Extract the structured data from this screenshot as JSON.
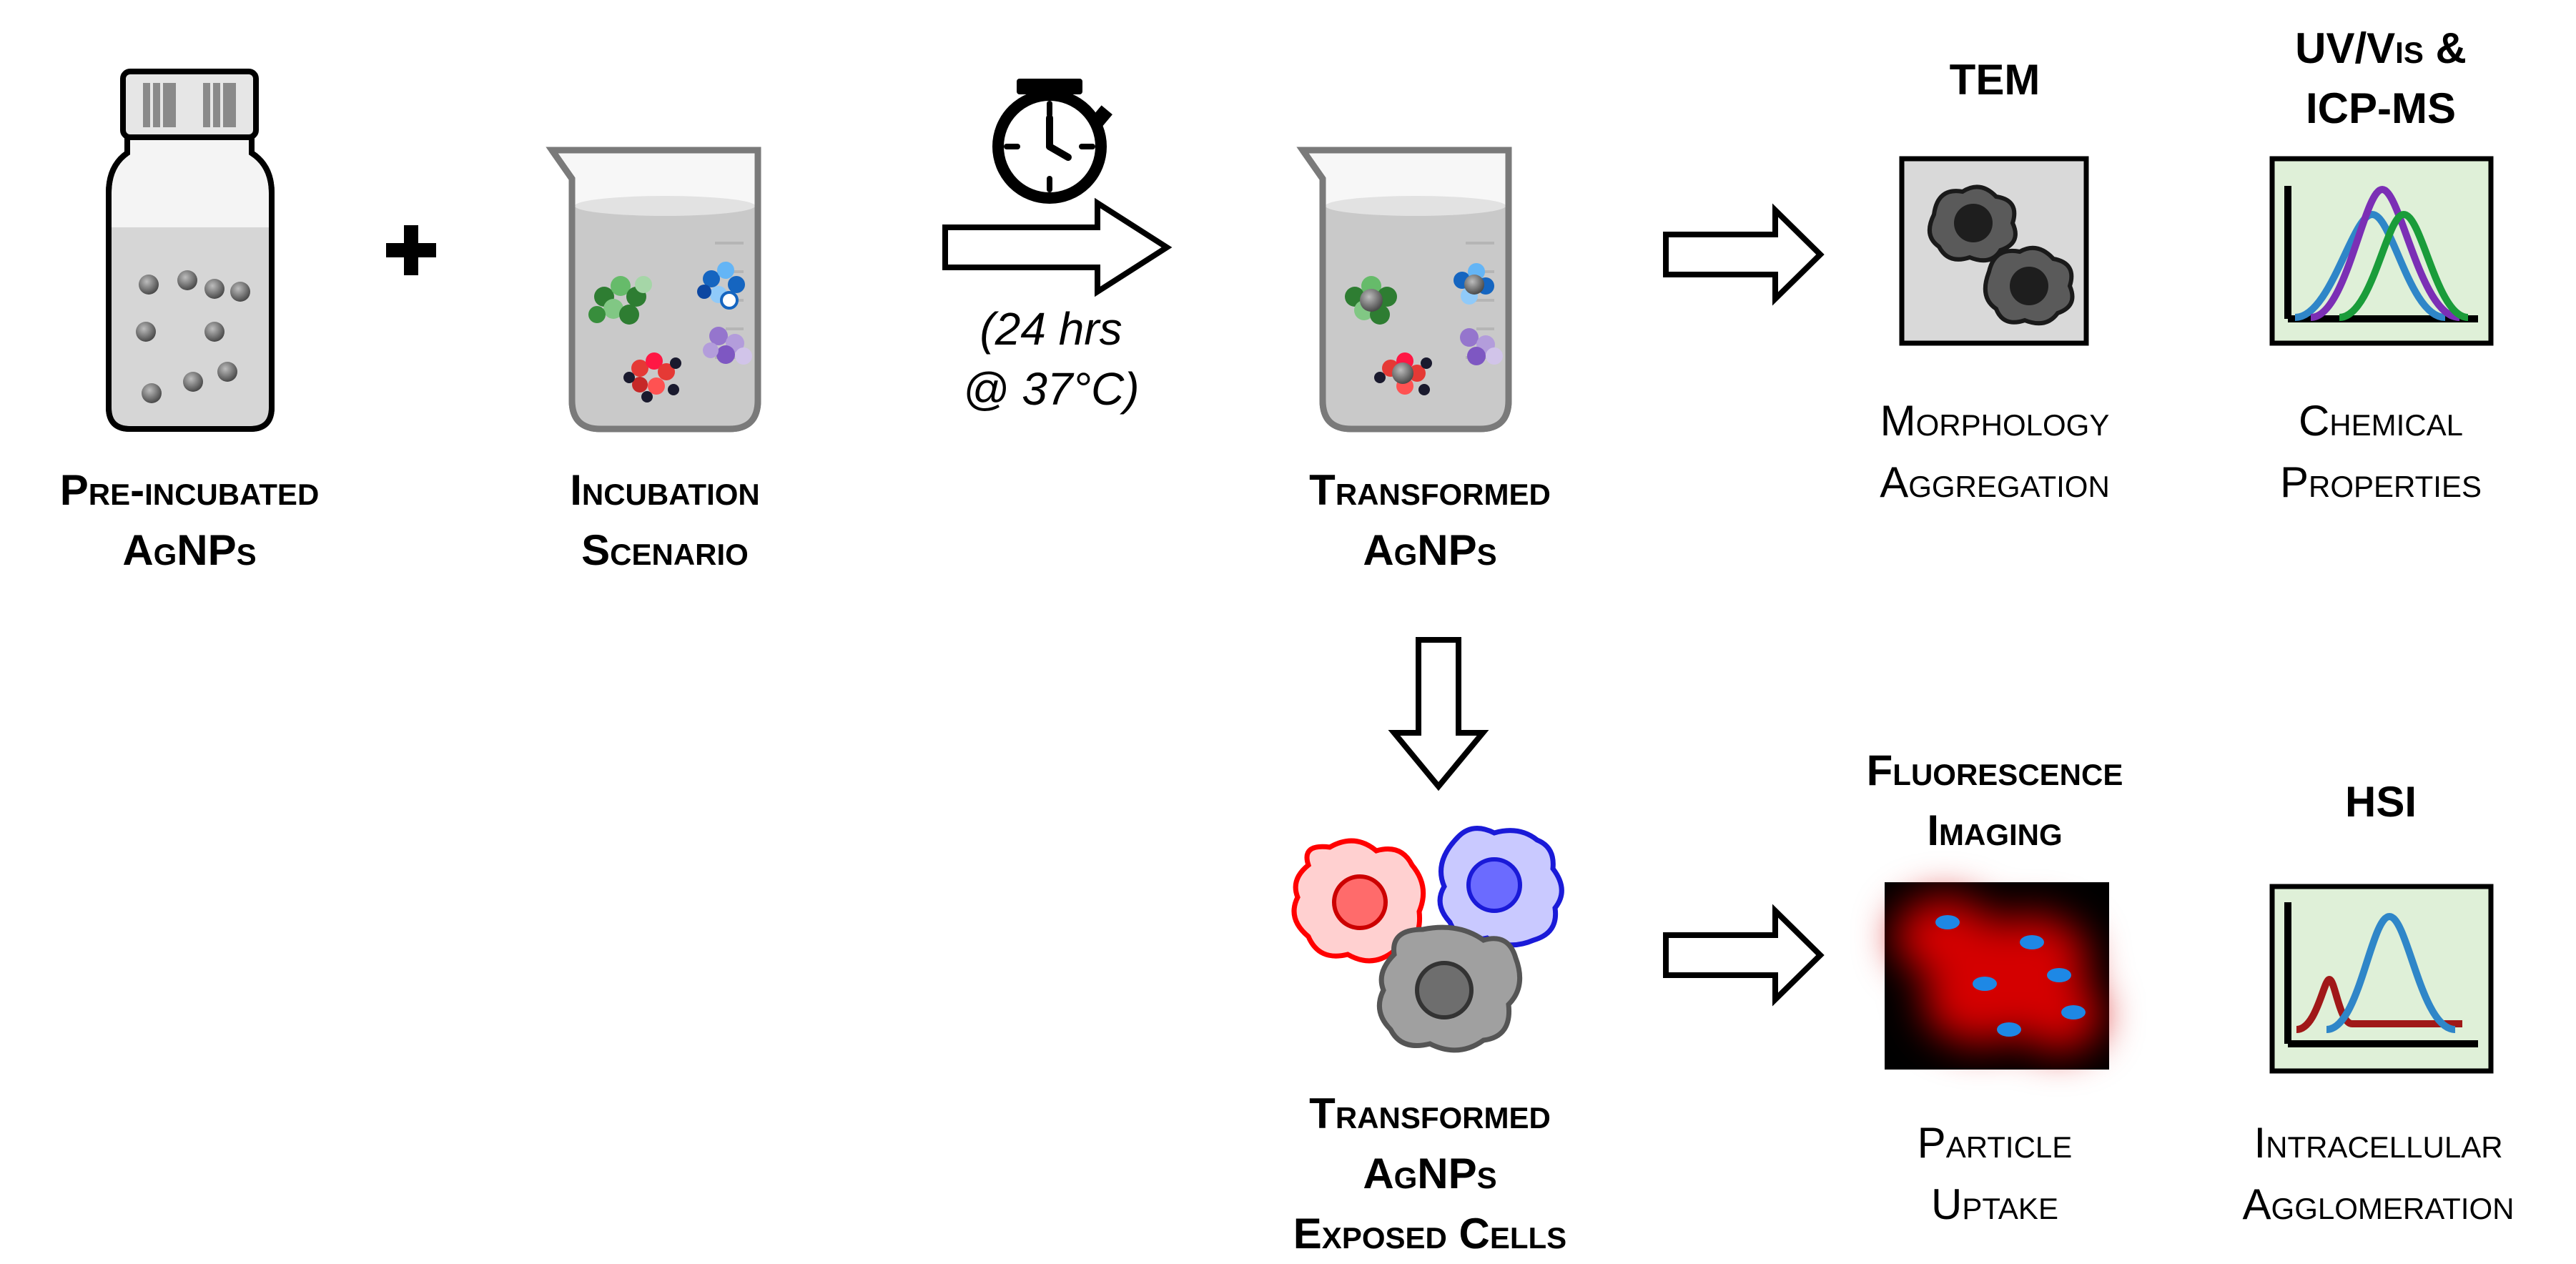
{
  "colors": {
    "stroke": "#000000",
    "vial_fill": "#d6d6d6",
    "liquid": "#c9c9c9",
    "panel_green": "#dff0d8",
    "panel_gray": "#d9d9d9",
    "cell_red": "#ff0000",
    "cell_blue": "#2222dd",
    "cell_gray": "#7f7f7f",
    "curve_blue": "#2f86c8",
    "curve_purple": "#7b2fb5",
    "curve_green": "#1a9c3a",
    "curve_darkred": "#a01818"
  },
  "icons": {
    "vial": "vial-icon",
    "plus": "plus-icon",
    "beaker": "beaker-icon",
    "stopwatch": "stopwatch-icon",
    "cells": "cells-icon"
  },
  "steps": {
    "pre": {
      "line1": "Pre-incubated",
      "line2": "AgNPs"
    },
    "incubation": {
      "line1": "Incubation",
      "line2": "Scenario"
    },
    "condition": {
      "line1": "(24 hrs",
      "line2": "@ 37°C)"
    },
    "transformed": {
      "line1": "Transformed",
      "line2": "AgNPs"
    },
    "exposed": {
      "line1": "Transformed",
      "line2": "AgNPs",
      "line3": "Exposed Cells"
    }
  },
  "techniques": {
    "tem": {
      "title": "TEM",
      "line1": "Morphology",
      "line2": "Aggregation"
    },
    "uvvis": {
      "title1": "UV/Vis &",
      "title2": "ICP-MS",
      "line1": "Chemical",
      "line2": "Properties"
    },
    "fluor": {
      "title1": "Fluorescence",
      "title2": "Imaging",
      "line1": "Particle",
      "line2": "Uptake"
    },
    "hsi": {
      "title": "HSI",
      "line1": "Intracellular",
      "line2": "Agglomeration"
    }
  }
}
